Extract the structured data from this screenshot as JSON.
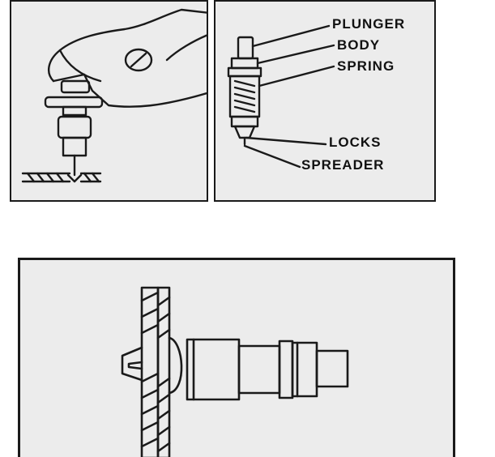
{
  "labels": {
    "plunger": "PLUNGER",
    "body": "BODY",
    "spring": "SPRING",
    "locks": "LOCKS",
    "spreader": "SPREADER"
  },
  "colors": {
    "ink": "#1a1a1a",
    "paper": "#ececec"
  }
}
